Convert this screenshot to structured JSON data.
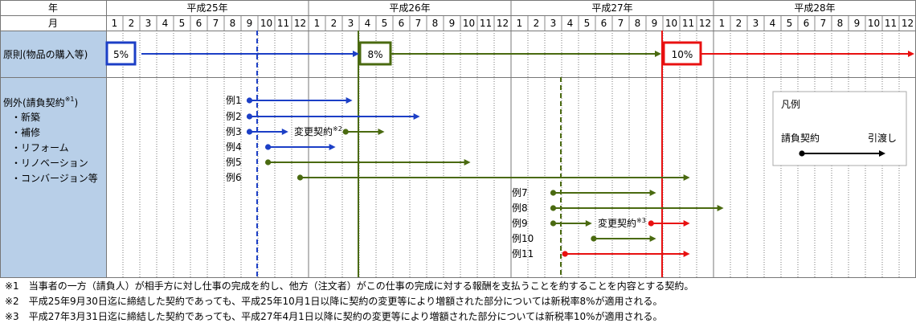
{
  "header": {
    "year_label": "年",
    "month_label": "月"
  },
  "years": [
    "平成25年",
    "平成26年",
    "平成27年",
    "平成28年"
  ],
  "months": [
    "1",
    "2",
    "3",
    "4",
    "5",
    "6",
    "7",
    "8",
    "9",
    "10",
    "11",
    "12"
  ],
  "principle": {
    "label": "原則(物品の購入等)",
    "rate_boxes": [
      {
        "text": "5%",
        "month_index": 0,
        "color": "#1c3fc6"
      },
      {
        "text": "8%",
        "month_index": 15,
        "color": "#4a6a10"
      },
      {
        "text": "10%",
        "month_index": 33,
        "color": "#e81010"
      }
    ]
  },
  "exception": {
    "label": "例外(請負契約",
    "label_sup": "※1",
    "label_close": ")",
    "items": [
      "・新築",
      "・補修",
      "・リフォーム",
      "・リノベーション",
      "・コンバージョン等"
    ]
  },
  "rows": [
    {
      "label": "例1",
      "segments": [
        {
          "from": 8.5,
          "to": 14.6,
          "color": "#1c3fc6"
        }
      ]
    },
    {
      "label": "例2",
      "segments": [
        {
          "from": 8.5,
          "to": 18.6,
          "color": "#1c3fc6"
        }
      ]
    },
    {
      "label": "例3",
      "segments": [
        {
          "from": 8.5,
          "to": 10.8,
          "color": "#1c3fc6"
        },
        {
          "from": 14.2,
          "to": 16.5,
          "color": "#4a6a10"
        }
      ],
      "note": "変更契約",
      "note_sup": "※2"
    },
    {
      "label": "例4",
      "segments": [
        {
          "from": 9.6,
          "to": 13.6,
          "color": "#1c3fc6"
        }
      ]
    },
    {
      "label": "例5",
      "segments": [
        {
          "from": 9.6,
          "to": 21.6,
          "color": "#4a6a10"
        }
      ]
    },
    {
      "label": "例6",
      "segments": [
        {
          "from": 11.5,
          "to": 34.6,
          "color": "#4a6a10"
        }
      ]
    },
    {
      "label": "例7",
      "segments": [
        {
          "from": 26.5,
          "to": 32.6,
          "color": "#4a6a10"
        }
      ]
    },
    {
      "label": "例8",
      "segments": [
        {
          "from": 26.5,
          "to": 36.6,
          "color": "#4a6a10"
        }
      ]
    },
    {
      "label": "例9",
      "segments": [
        {
          "from": 26.5,
          "to": 28.8,
          "color": "#4a6a10"
        },
        {
          "from": 32.3,
          "to": 34.6,
          "color": "#e81010"
        }
      ],
      "note": "変更契約",
      "note_sup": "※3"
    },
    {
      "label": "例10",
      "segments": [
        {
          "from": 28.9,
          "to": 32.6,
          "color": "#4a6a10"
        }
      ]
    },
    {
      "label": "例11",
      "segments": [
        {
          "from": 27.2,
          "to": 34.6,
          "color": "#e81010"
        }
      ]
    }
  ],
  "legend": {
    "title": "凡例",
    "start_label": "請負契約",
    "end_label": "引渡し"
  },
  "footnotes": [
    "※1　当事者の一方（請負人）が相手方に対し仕事の完成を約し、他方（注文者）がこの仕事の完成に対する報酬を支払うことを約することを内容とする契約。",
    "※2　平成25年9月30日迄に締結した契約であっても、平成25年10月1日以降に契約の変更等により増額された部分については新税率8%が適用される。",
    "※3　平成27年3月31日迄に締結した契約であっても、平成27年4月1日以降に契約の変更等により増額された部分については新税率10%が適用される。"
  ],
  "colors": {
    "blue": "#1c3fc6",
    "green": "#4a6a10",
    "red": "#e81010",
    "left_fill": "#b8cfe8"
  }
}
